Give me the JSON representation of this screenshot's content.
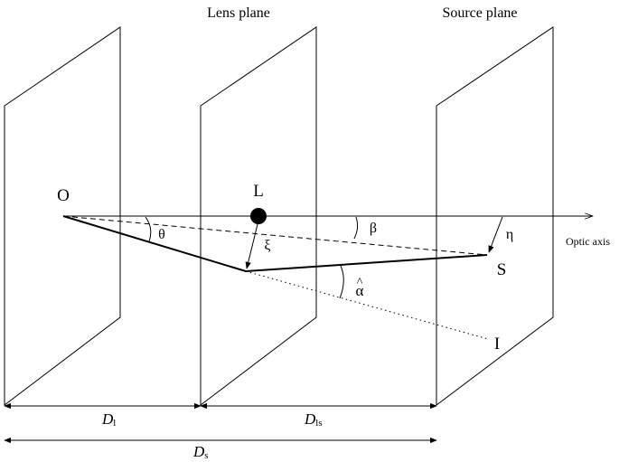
{
  "planes": {
    "lens_label": "Lens plane",
    "source_label": "Source plane"
  },
  "points": {
    "observer": "O",
    "lens": "L",
    "source": "S",
    "image": "I"
  },
  "angles": {
    "theta": "θ",
    "beta": "β",
    "alpha_hat": "α",
    "alpha_hat_accent": "^"
  },
  "vectors": {
    "xi": "ξ",
    "eta": "η"
  },
  "axis": {
    "label": "Optic axis"
  },
  "distances": {
    "dl": {
      "symbol": "D",
      "subscript": "l"
    },
    "dls": {
      "symbol": "D",
      "subscript": "ls"
    },
    "ds": {
      "symbol": "D",
      "subscript": "s"
    }
  },
  "colors": {
    "ink": "#000000",
    "background": "#ffffff"
  }
}
